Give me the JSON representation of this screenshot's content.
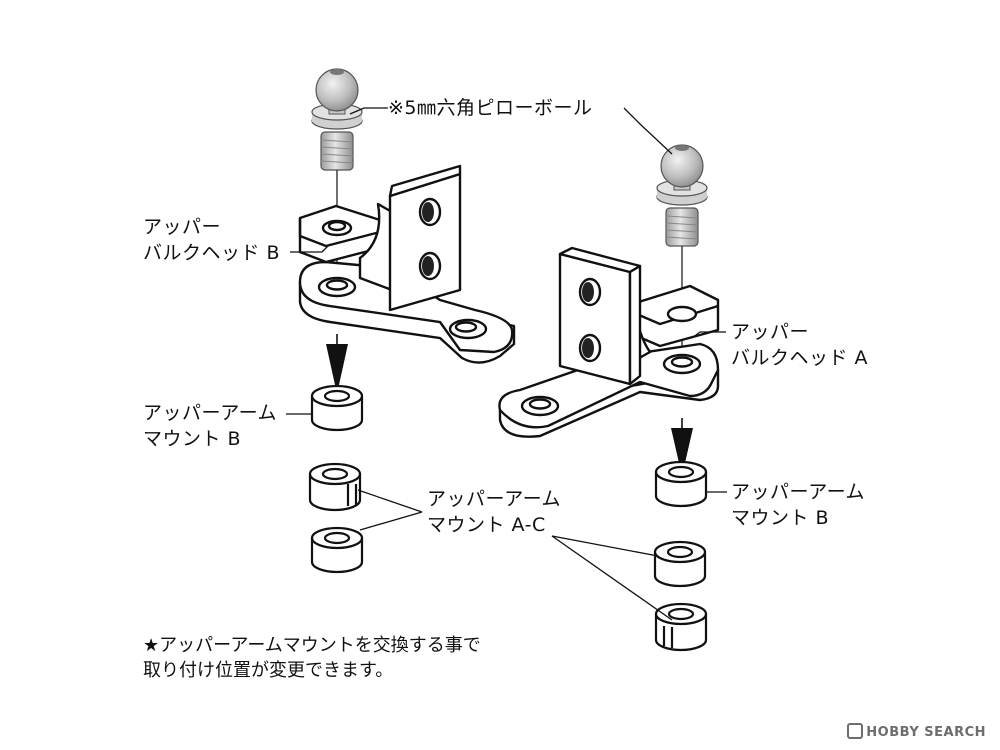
{
  "labels": {
    "ball": "※5㎜六角ピローボール",
    "bulkhead_b": [
      "アッパー",
      "バルクヘッド B"
    ],
    "bulkhead_a": [
      "アッパー",
      "バルクヘッド A"
    ],
    "mount_b_left": [
      "アッパーアーム",
      "マウント B"
    ],
    "mount_b_right": [
      "アッパーアーム",
      "マウント B"
    ],
    "mount_ac": [
      "アッパーアーム",
      "マウント A-C"
    ]
  },
  "note": [
    "★アッパーアームマウントを交換する事で",
    "取り付け位置が変更できます。"
  ],
  "watermark": "HOBBY SEARCH"
}
